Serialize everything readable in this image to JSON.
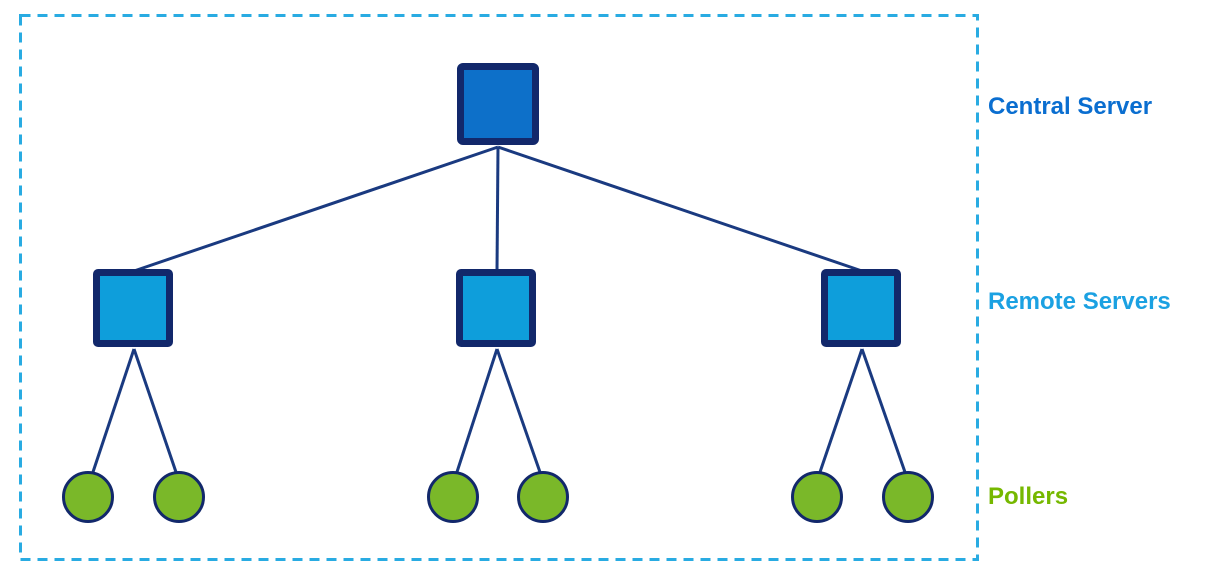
{
  "diagram": {
    "type": "hierarchy-topology",
    "tiers": [
      {
        "name": "central-server",
        "label": "Central Server",
        "shape": "square",
        "count": 1,
        "fill": "#0d70c9",
        "label_color": "#0a6ed0"
      },
      {
        "name": "remote-servers",
        "label": "Remote Servers",
        "shape": "square",
        "count": 3,
        "fill": "#0e9edb",
        "label_color": "#1ba1e2"
      },
      {
        "name": "pollers",
        "label": "Pollers",
        "shape": "circle",
        "count": 6,
        "fill": "#7ab829",
        "label_color": "#76b800"
      }
    ],
    "connections": {
      "central_to_remote_links": 3,
      "pollers_per_remote_server": 2
    },
    "colors": {
      "node_border": "#12286b",
      "connector_line": "#1a3a80",
      "dashed_frame": "#29abe2",
      "background": "#ffffff"
    }
  }
}
